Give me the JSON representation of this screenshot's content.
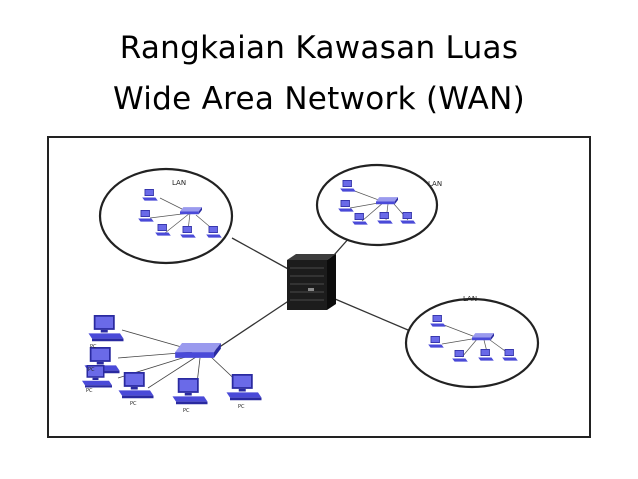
{
  "slide": {
    "title_line1": "Rangkaian Kawasan Luas",
    "title_line2": "Wide Area Network (WAN)"
  },
  "diagram": {
    "lan_label": "LAN",
    "pc_label": "PC",
    "colors": {
      "frame": "#222222",
      "pc": "#4a4ad8",
      "pc_dark": "#2a2aa0",
      "switch": "#7a7ae0",
      "server": "#1c1c1c",
      "line": "#333333"
    },
    "icons": [
      "server-icon",
      "switch-icon",
      "computer-icon"
    ]
  }
}
